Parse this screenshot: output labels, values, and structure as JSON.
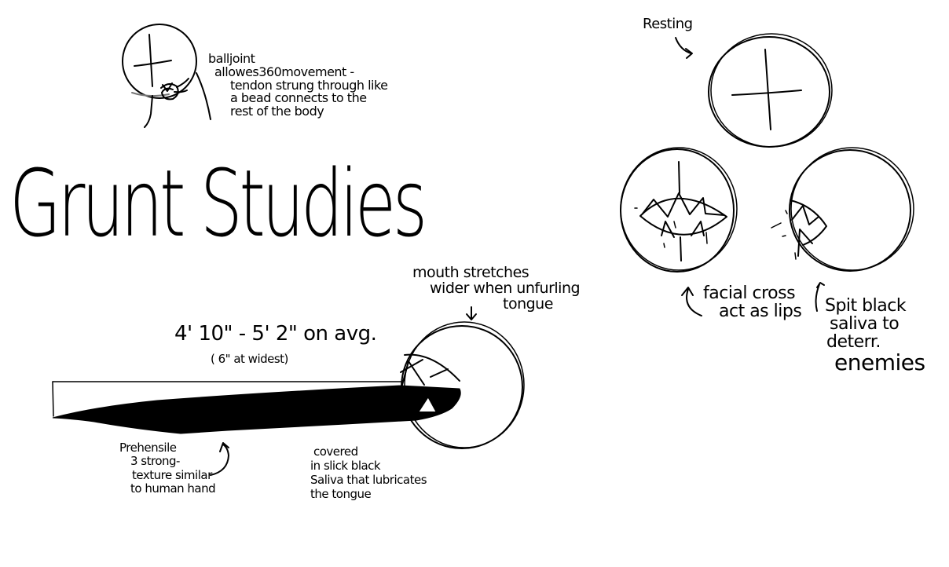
{
  "title": "Grunt Studies",
  "annotations": {
    "ball_joint": {
      "lines": [
        "balljoint",
        "allowes360movement -",
        "tendon strung through like",
        "a bead connects to the",
        "rest of the body"
      ]
    },
    "height": {
      "main": "4' 10\" - 5' 2\" on avg.",
      "sub": "( 6\" at widest)"
    },
    "mouth_stretches": {
      "lines": [
        "mouth stretches",
        "wider when unfurling",
        "tongue"
      ]
    },
    "prehensile": {
      "lines": [
        "Prehensile",
        "3 strong-",
        "texture similar",
        "to human hand"
      ]
    },
    "covered": {
      "lines": [
        "covered",
        "in slick black",
        "Saliva that lubricates",
        "the tongue"
      ]
    },
    "resting": {
      "label": "Resting"
    },
    "facial_cross": {
      "lines": [
        "facial cross",
        "act as lips"
      ]
    },
    "spit": {
      "lines": [
        "Spit black",
        "saliva to",
        "deterr.",
        "enemies"
      ]
    }
  },
  "figures": [
    {
      "name": "head-ball-joint-sketch"
    },
    {
      "name": "tongue-extended-sketch"
    },
    {
      "name": "resting-face-sketch"
    },
    {
      "name": "open-mouth-front-sketch"
    },
    {
      "name": "open-mouth-side-sketch"
    }
  ]
}
